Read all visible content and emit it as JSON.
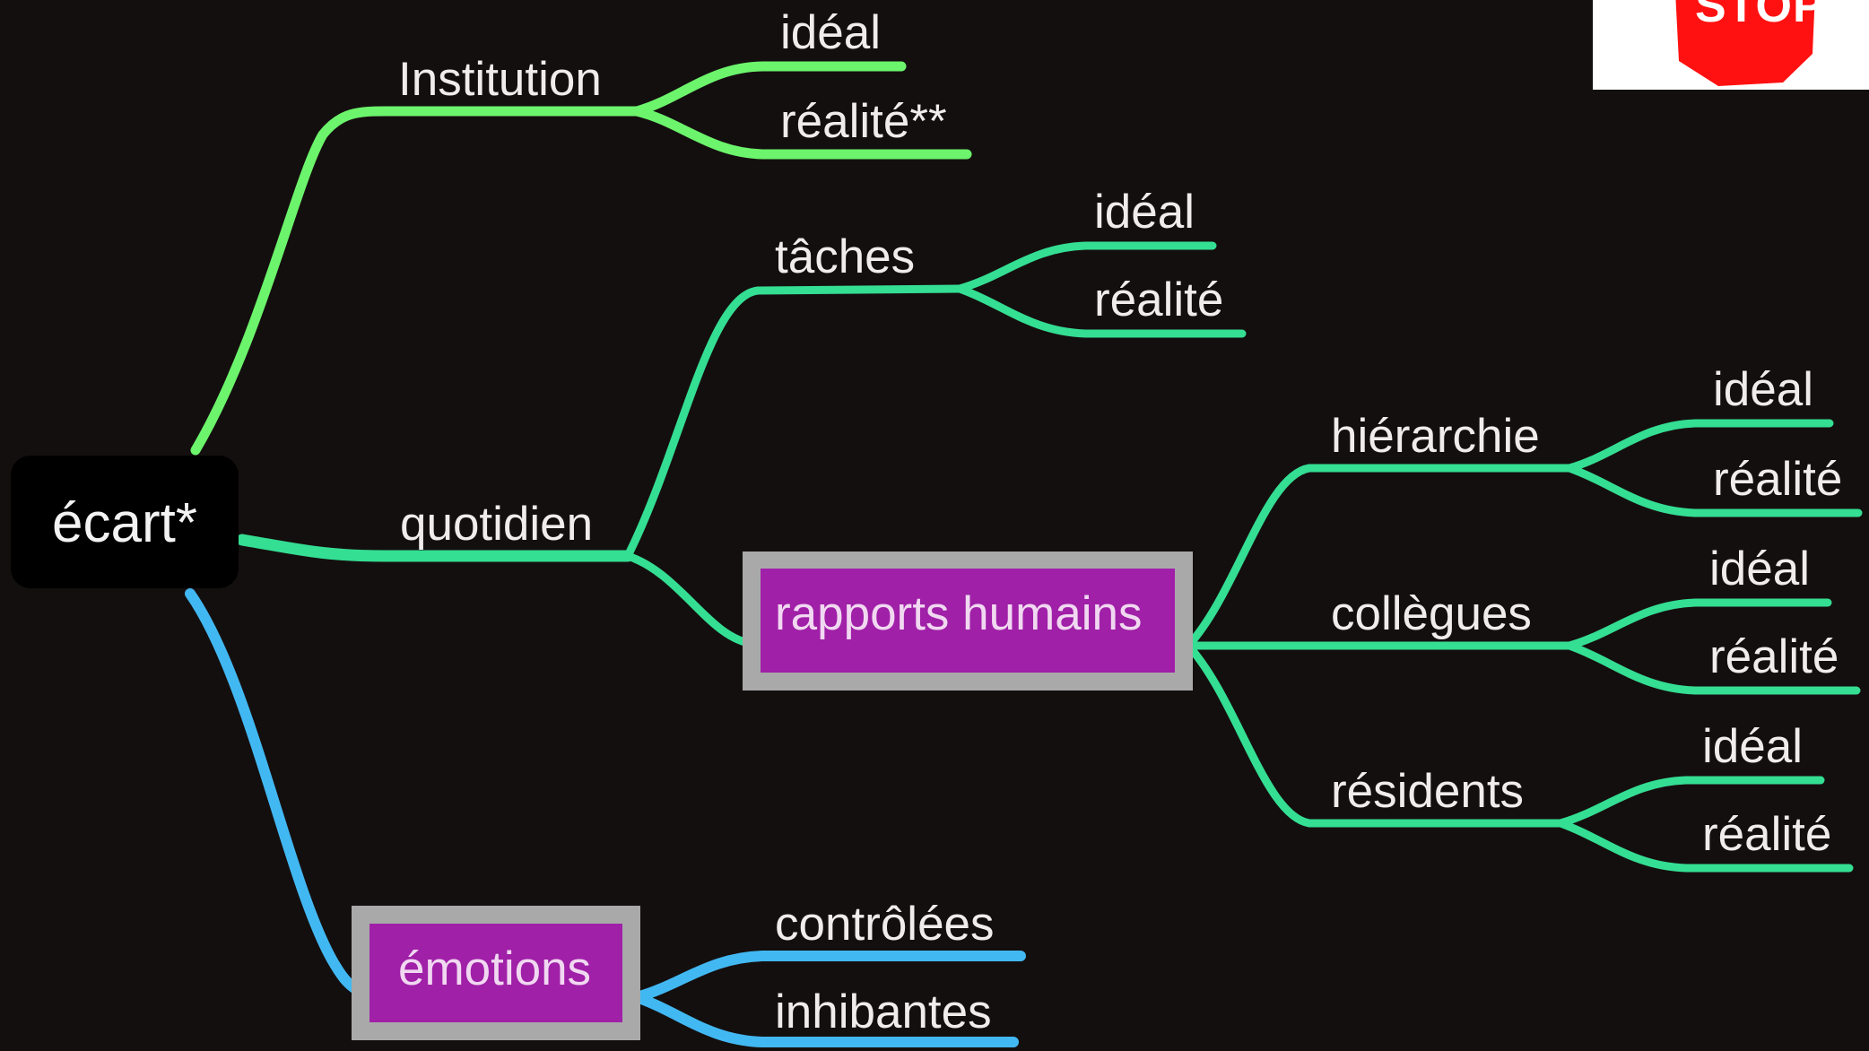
{
  "mindmap": {
    "root": "écart*",
    "institution": {
      "label": "Institution",
      "ideal": "idéal",
      "realite": "réalité**"
    },
    "quotidien": {
      "label": "quotidien",
      "taches": {
        "label": "tâches",
        "ideal": "idéal",
        "realite": "réalité"
      },
      "rapports": {
        "label": "rapports humains",
        "hierarchie": {
          "label": "hiérarchie",
          "ideal": "idéal",
          "realite": "réalité"
        },
        "collegues": {
          "label": "collègues",
          "ideal": "idéal",
          "realite": "réalité"
        },
        "residents": {
          "label": "résidents",
          "ideal": "idéal",
          "realite": "réalité"
        }
      }
    },
    "emotions": {
      "label": "émotions",
      "controlees": "contrôlées",
      "inhibantes": "inhibantes"
    }
  },
  "stop_sign": {
    "text": "STOP",
    "color": "#ff1111"
  },
  "colors": {
    "background": "#140f0f",
    "institution_branch": "#6cf46c",
    "quotidien_branch": "#34de93",
    "emotions_branch": "#42b8f2",
    "highlight_fill": "#a020a8",
    "highlight_frame": "#a9a9a9"
  }
}
